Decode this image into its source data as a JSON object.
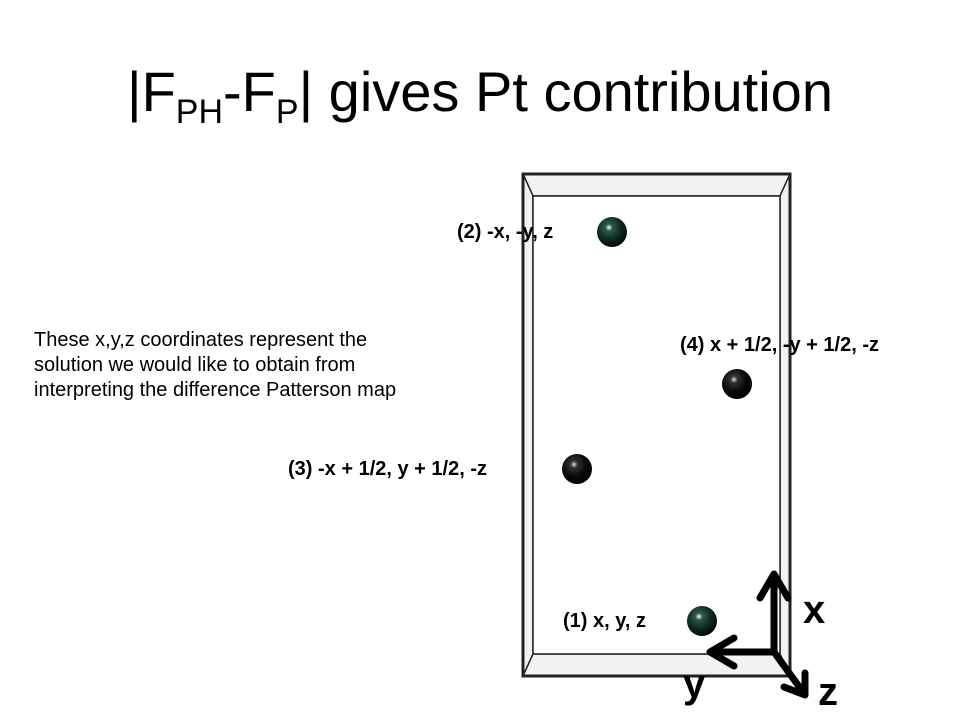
{
  "title": {
    "bar_open": "|F",
    "sub1": "PH",
    "dash_f": "-F",
    "sub2": "P",
    "rest": "| gives Pt contribution"
  },
  "note": "These x,y,z coordinates represent the solution we would like to obtain from interpreting the  difference Patterson map",
  "positions": [
    {
      "label": "(2) -x, -y, z"
    },
    {
      "label": "(4) x + 1/2, -y + 1/2, -z"
    },
    {
      "label": "(3) -x + 1/2, y + 1/2, -z"
    },
    {
      "label": "(1)  x, y, z"
    }
  ],
  "axes": {
    "x": "x",
    "y": "y",
    "z": "z"
  },
  "colors": {
    "atom": "#0f2a22",
    "cell_edge": "#222222",
    "arrow": "#000000"
  }
}
